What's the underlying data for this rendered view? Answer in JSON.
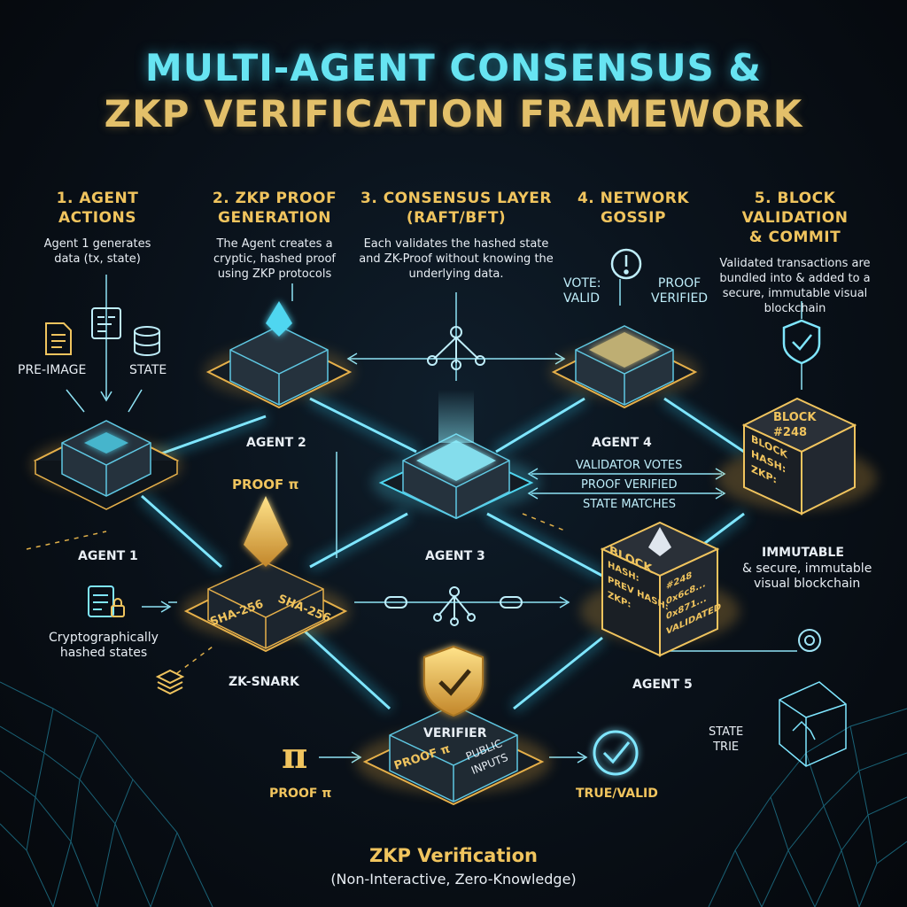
{
  "title": {
    "line1": "MULTI-AGENT CONSENSUS &",
    "line2": "ZKP VERIFICATION FRAMEWORK"
  },
  "steps": [
    {
      "heading_l1": "1. AGENT",
      "heading_l2": "ACTIONS",
      "desc": "Agent 1 generates data (tx, state)"
    },
    {
      "heading_l1": "2. ZKP PROOF",
      "heading_l2": "GENERATION",
      "desc": "The Agent creates a cryptic, hashed proof using ZKP protocols"
    },
    {
      "heading_l1": "3. CONSENSUS LAYER",
      "heading_l2": "(RAFT/BFT)",
      "desc": "Each validates the hashed state and ZK-Proof without knowing the underlying data."
    },
    {
      "heading_l1": "4. NETWORK",
      "heading_l2": "GOSSIP",
      "desc": ""
    },
    {
      "heading_l1": "5. BLOCK VALIDATION",
      "heading_l2": "& COMMIT",
      "desc": "Validated transactions are bundled into & added to a secure, immutable visual blockchain"
    }
  ],
  "agents": {
    "agent1": "AGENT 1",
    "agent2": "AGENT 2",
    "agent3": "AGENT 3",
    "agent4": "AGENT 4",
    "agent5": "AGENT 5"
  },
  "labels": {
    "pre_image": "PRE-IMAGE",
    "state": "STATE",
    "vote_valid": "VOTE:\nVALID",
    "proof_verified_top": "PROOF\nVERIFIED",
    "validator_votes": "VALIDATOR VOTES",
    "proof_verified": "PROOF VERIFIED",
    "state_matches": "STATE MATCHES",
    "proof_pi": "PROOF π",
    "sha_a": "SHA-256",
    "sha_b": "SHA-256",
    "hashed_states": "Cryptographically\nhashed states",
    "zk_snark": "ZK-SNARK",
    "block_title": "BLOCK\n#248",
    "block_face": "BLOCK\nHASH:\nZKP:",
    "block5_title": "BLOCK",
    "block5_left": "HASH:\nPREV HASH:\nZKP:",
    "block5_right": "#248\n0x6c8...\n0x871...\nVALIDATED",
    "immutable": "IMMUTABLE",
    "immutable_desc": "& secure, immutable\nvisual blockchain",
    "state_trie": "STATE\nTRIE",
    "verifier": "VERIFIER",
    "verifier_proof": "PROOF π",
    "public_inputs": "PUBLIC\nINPUTS",
    "pi_symbol": "π",
    "proof_pi_bottom": "PROOF π",
    "true_valid": "TRUE/VALID"
  },
  "footer": {
    "title": "ZKP Verification",
    "subtitle": "(Non-Interactive, Zero-Knowledge)"
  },
  "colors": {
    "cyan": "#4fd6f0",
    "gold": "#f0c45e",
    "node": "#1f2a33"
  }
}
